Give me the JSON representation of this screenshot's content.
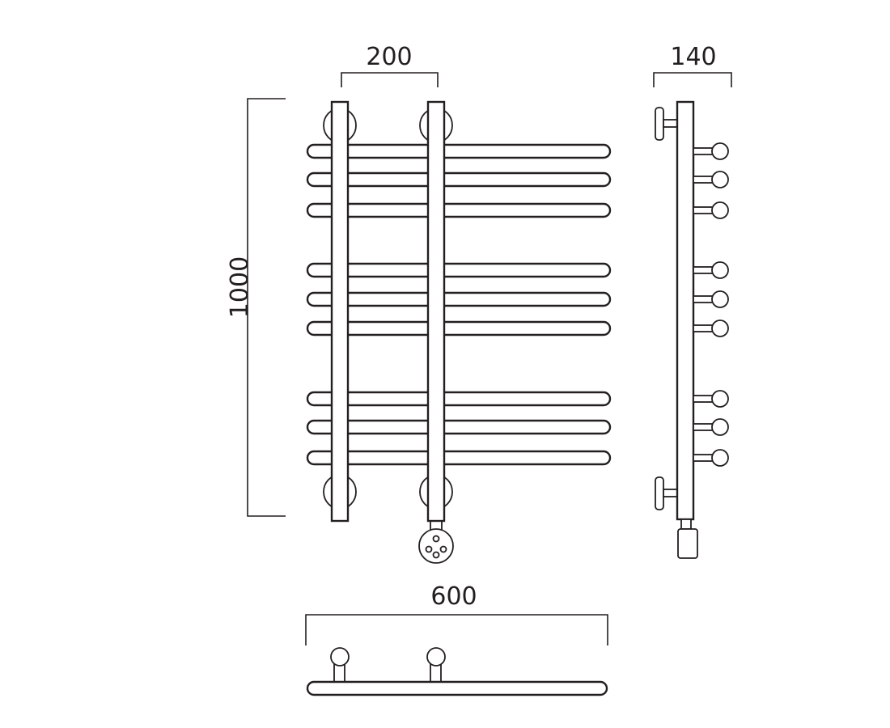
{
  "dimensions": {
    "top_spacing": "200",
    "height": "1000",
    "depth": "140",
    "width": "600"
  },
  "colors": {
    "stroke": "#231f20",
    "background": "#ffffff"
  },
  "drawing": {
    "views": [
      "front-view",
      "side-view",
      "top-view"
    ],
    "front_bar_count": 9,
    "bar_groups": 3
  }
}
